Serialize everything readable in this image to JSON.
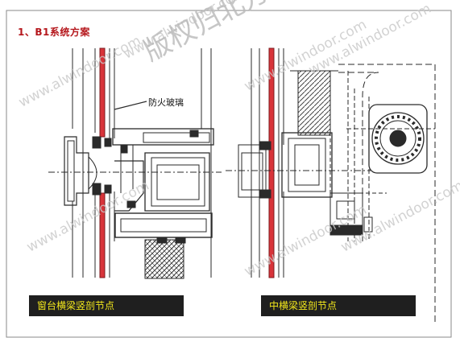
{
  "title": "1、B1系统方案",
  "annotation": "防火玻璃",
  "captions": {
    "left": "窗台横梁竖剖节点",
    "right": "中横梁竖剖节点"
  },
  "watermark": {
    "text": "www.alwindoor.com",
    "stamp": "版权归北方"
  },
  "colors": {
    "fire_glass": "#d8343a",
    "caption_bg": "#1f1f1f",
    "caption_text": "#f2e71c",
    "title": "#b5171c",
    "line": "#2a2a2a"
  }
}
